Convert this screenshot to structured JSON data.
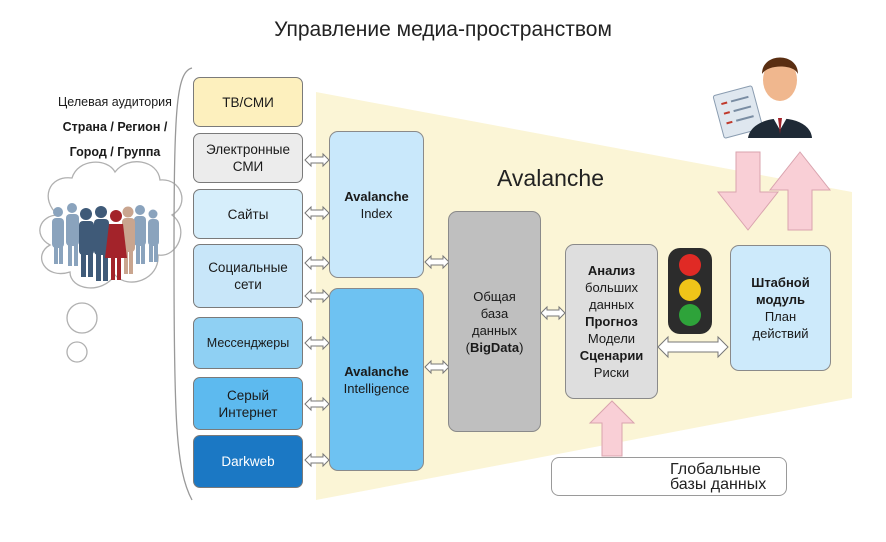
{
  "title": "Управление медиа-пространством",
  "audience": {
    "line1": "Целевая аудитория",
    "line2": "Страна / Регион /",
    "line3": "Город / Группа"
  },
  "sources": [
    {
      "l1": "ТВ/СМИ",
      "l2": ""
    },
    {
      "l1": "Электронные",
      "l2": "СМИ"
    },
    {
      "l1": "Сайты",
      "l2": ""
    },
    {
      "l1": "Социальные",
      "l2": "сети"
    },
    {
      "l1": "Мессенджеры",
      "l2": ""
    },
    {
      "l1": "Серый",
      "l2": "Интернет"
    },
    {
      "l1": "Darkweb",
      "l2": ""
    }
  ],
  "avalanche_label": "Avalanche",
  "index_box": {
    "l1": "Avalanche",
    "l2": "Index"
  },
  "intelligence_box": {
    "l1": "Avalanche",
    "l2": "Intelligence"
  },
  "database_box": {
    "l1": "Общая",
    "l2": "база",
    "l3": "данных",
    "l4_open": "(",
    "l4_bold": "BigData",
    "l4_close": ")"
  },
  "analysis_box": {
    "l1": "Анализ",
    "l2": "больших",
    "l3": "данных",
    "l4": "Прогноз",
    "l5": "Модели",
    "l6": "Сценарии",
    "l7": "Риски"
  },
  "hq_box": {
    "l1": "Штабной",
    "l2": "модуль",
    "l3": "План",
    "l4": "действий"
  },
  "global_db": {
    "l1": "Глобальные",
    "l2": "базы данных"
  },
  "colors": {
    "funnel": "#fbf5d6",
    "tv": "#fdf0be",
    "electronic": "#ececec",
    "sites": "#d6eefb",
    "social": "#c8e6f9",
    "messengers": "#8fd0f3",
    "grey_internet": "#5dbaef",
    "darkweb": "#1b78c4",
    "index": "#c9e8fb",
    "intelligence": "#6ec2f2",
    "database": "#bfbfbf",
    "analysis": "#dedede",
    "hq": "#cdeafb",
    "pink_arrow": "#f9cfd6"
  },
  "icons": [
    "people-crowd-icon",
    "thought-bubble-icon",
    "manager-icon",
    "traffic-light-icon",
    "database-cylinder-icon"
  ]
}
